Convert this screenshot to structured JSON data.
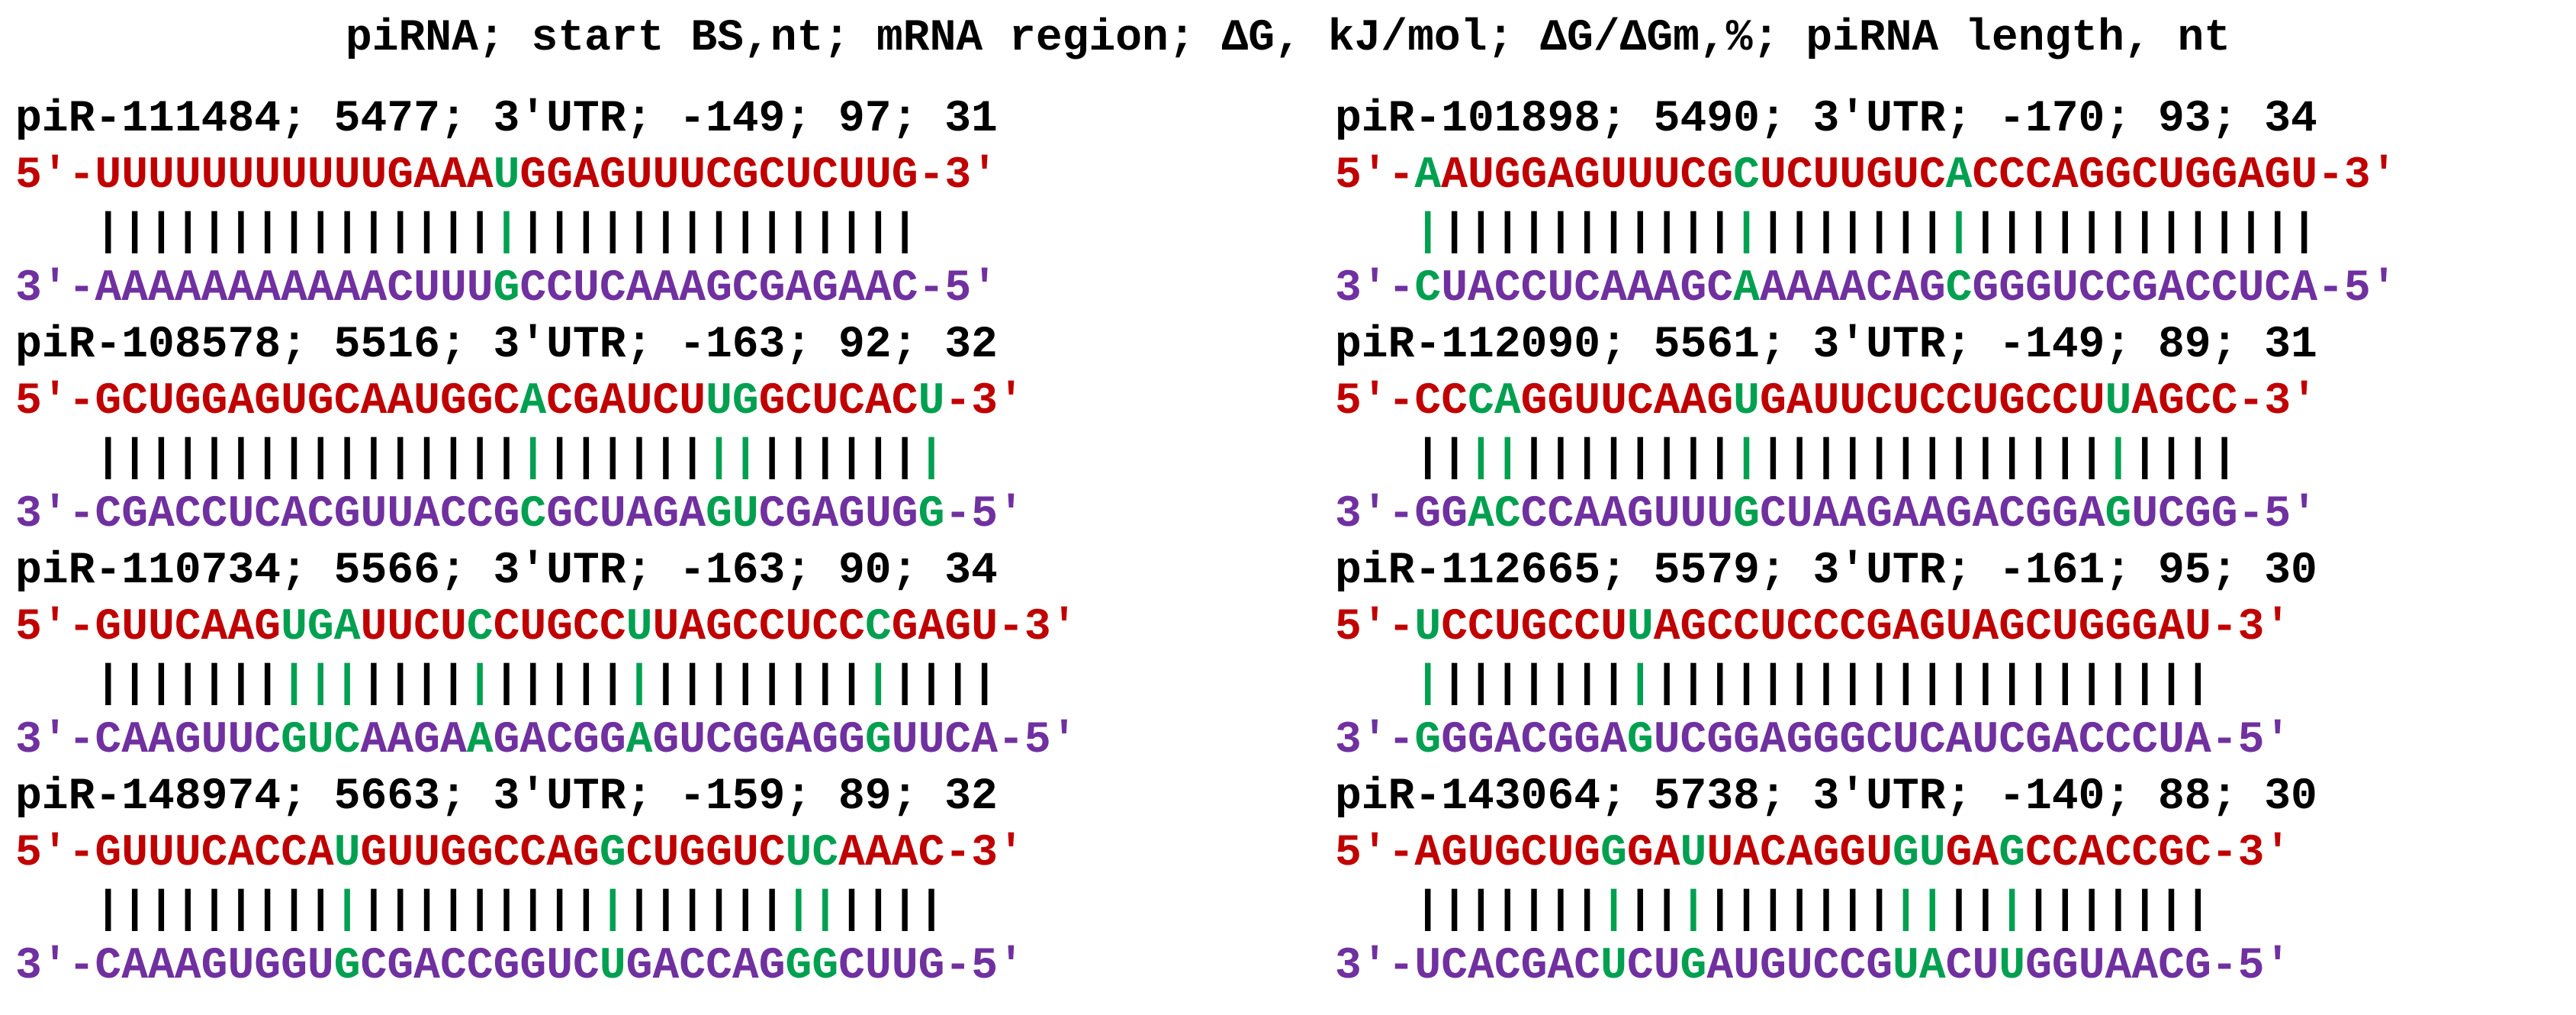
{
  "header": {
    "text": "piRNA; start BS,nt; mRNA region; ΔG, kJ/mol; ΔG/ΔGm,%; piRNA length, nt"
  },
  "colors": {
    "caption": "#000000",
    "mrna_strand": "#c00000",
    "pirna_strand": "#7030a0",
    "noncanonical_pair": "#00a050",
    "canonical_pair": "#000000"
  },
  "columns": [
    {
      "side": "left",
      "entries": [
        {
          "caption": "piR-111484; 5477; 3'UTR; -149; 97; 31",
          "top_prefix": "5'-",
          "top_seq": "UUUUUUUUUUUGAAAUGGAGUUUCGCUCUUG",
          "top_suffix": "-3'",
          "bottom_prefix": "3'-",
          "bottom_seq": "AAAAAAAAAAACUUUGCCUCAAAGCGAGAAC",
          "bottom_suffix": "-5'",
          "green": [
            15
          ]
        },
        {
          "caption": "piR-108578; 5516; 3'UTR; -163; 92; 32",
          "top_prefix": "5'-",
          "top_seq": "GCUGGAGUGCAAUGGCACGAUCUUGGCUCACU",
          "top_suffix": "-3'",
          "bottom_prefix": "3'-",
          "bottom_seq": "CGACCUCACGUUACCGCGCUAGAGUCGAGUGG",
          "bottom_suffix": "-5'",
          "green": [
            16,
            23,
            24,
            31
          ]
        },
        {
          "caption": "piR-110734; 5566; 3'UTR; -163; 90; 34",
          "top_prefix": "5'-",
          "top_seq": "GUUCAAGUGAUUCUCCUGCCUUAGCCUCCCGAGU",
          "top_suffix": "-3'",
          "bottom_prefix": "3'-",
          "bottom_seq": "CAAGUUCGUCAAGAAGACGGAGUCGGAGGGUUCA",
          "bottom_suffix": "-5'",
          "green": [
            7,
            8,
            9,
            14,
            20,
            29
          ]
        },
        {
          "caption": "piR-148974; 5663; 3'UTR; -159; 89; 32",
          "top_prefix": "5'-",
          "top_seq": "GUUUCACCAUGUUGGCCAGGCUGGUCUCAAAC",
          "top_suffix": "-3'",
          "bottom_prefix": "3'-",
          "bottom_seq": "CAAAGUGGUGCGACCGGUCUGACCAGGGCUUG",
          "bottom_suffix": "-5'",
          "green": [
            9,
            19,
            26,
            27
          ]
        }
      ]
    },
    {
      "side": "right",
      "entries": [
        {
          "caption": "piR-101898; 5490; 3'UTR; -170; 93; 34",
          "top_prefix": "5'-",
          "top_seq": "AAUGGAGUUUCGCUCUUGUCACCCAGGCUGGAGU",
          "top_suffix": "-3'",
          "bottom_prefix": "3'-",
          "bottom_seq": "CUACCUCAAAGCAAAAACAGCGGGUCCGACCUCA",
          "bottom_suffix": "-5'",
          "green": [
            0,
            12,
            20
          ]
        },
        {
          "caption": "piR-112090; 5561; 3'UTR; -149; 89; 31",
          "top_prefix": "5'-",
          "top_seq": "CCCAGGUUCAAGUGAUUCUCCUGCCUUAGCC",
          "top_suffix": "-3'",
          "bottom_prefix": "3'-",
          "bottom_seq": "GGACCCAAGUUUGCUAAGAAGACGGAGUCGG",
          "bottom_suffix": "-5'",
          "green": [
            2,
            3,
            12,
            26
          ]
        },
        {
          "caption": "piR-112665; 5579; 3'UTR; -161; 95; 30",
          "top_prefix": "5'-",
          "top_seq": "UCCUGCCUUAGCCUCCCGAGUAGCUGGGAU",
          "top_suffix": "-3'",
          "bottom_prefix": "3'-",
          "bottom_seq": "GGGACGGAGUCGGAGGGCUCAUCGACCCUA",
          "bottom_suffix": "-5'",
          "green": [
            0,
            8
          ]
        },
        {
          "caption": "piR-143064; 5738; 3'UTR; -140; 88; 30",
          "top_prefix": "5'-",
          "top_seq": "AGUGCUGGGAUUACAGGUGUGAGCCACCGC",
          "top_suffix": "-3'",
          "bottom_prefix": "3'-",
          "bottom_seq": "UCACGACUCUGAUGUCCGUACUUGGUAACG",
          "bottom_suffix": "-5'",
          "green": [
            7,
            10,
            18,
            19,
            22
          ]
        }
      ]
    }
  ]
}
